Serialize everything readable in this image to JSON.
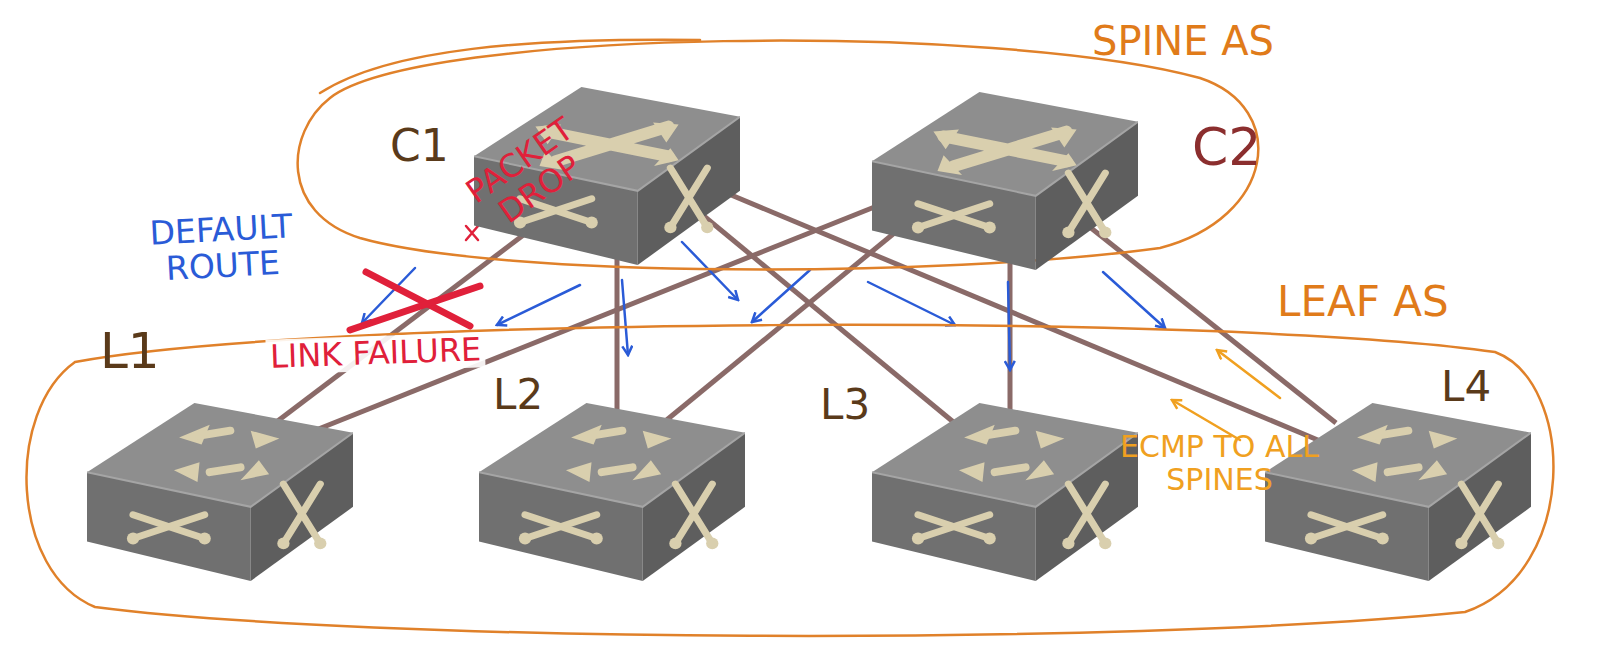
{
  "diagram": {
    "nodes": [
      {
        "text": [
          "SPINE AS"
        ]
      },
      {
        "text": [
          "C1"
        ],
        "in": 0
      },
      {
        "text": [
          "C2"
        ],
        "in": 0
      },
      {
        "text": [
          "LEAF AS"
        ]
      },
      {
        "text": [
          "L1"
        ],
        "in": 3
      },
      {
        "text": [
          "L2"
        ],
        "in": 3
      },
      {
        "text": [
          "L3"
        ],
        "in": 3
      },
      {
        "text": [
          "L4"
        ],
        "in": 3
      }
    ],
    "edges": [
      {
        "from": 1,
        "to": 4,
        "arrow": "none"
      },
      {
        "from": 1,
        "to": 5,
        "arrow": "none"
      },
      {
        "from": 1,
        "to": 6,
        "arrow": "none"
      },
      {
        "from": 1,
        "to": 7,
        "arrow": "none"
      },
      {
        "from": 2,
        "to": 4,
        "arrow": "none"
      },
      {
        "from": 2,
        "to": 5,
        "arrow": "none"
      },
      {
        "from": 2,
        "to": 6,
        "arrow": "none"
      },
      {
        "from": 2,
        "to": 7,
        "arrow": "none"
      }
    ],
    "labels": [
      "PACKET DROP",
      "LINK FAILURE",
      "DEFAULT ROUTE",
      "ECMP TO ALL SPINES"
    ]
  }
}
